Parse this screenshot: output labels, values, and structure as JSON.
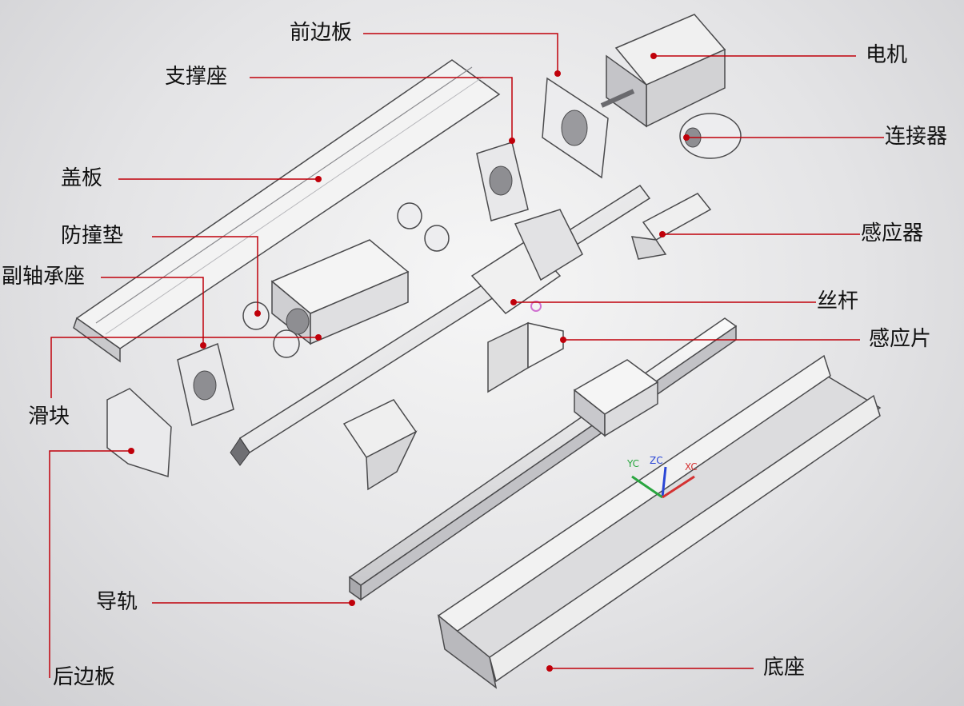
{
  "colors": {
    "leader": "#c0000a",
    "part_light": "#f4f4f4",
    "part_mid": "#d6d6d8",
    "part_dark": "#9c9ca0",
    "outline": "#4a4a4c",
    "axis_x": "#d43232",
    "axis_y": "#2aa640",
    "axis_z": "#2a46d6",
    "marker": "#d070d0"
  },
  "labels": {
    "front_plate": "前边板",
    "support_seat": "支撑座",
    "motor": "电机",
    "coupling": "连接器",
    "cover": "盖板",
    "sensor": "感应器",
    "bumper": "防撞垫",
    "aux_bearing_seat": "副轴承座",
    "lead_screw": "丝杆",
    "sensor_plate": "感应片",
    "slider": "滑块",
    "guide_rail": "导轨",
    "base": "底座",
    "rear_plate": "后边板"
  },
  "axes": {
    "x": "XC",
    "y": "YC",
    "z": "ZC"
  }
}
